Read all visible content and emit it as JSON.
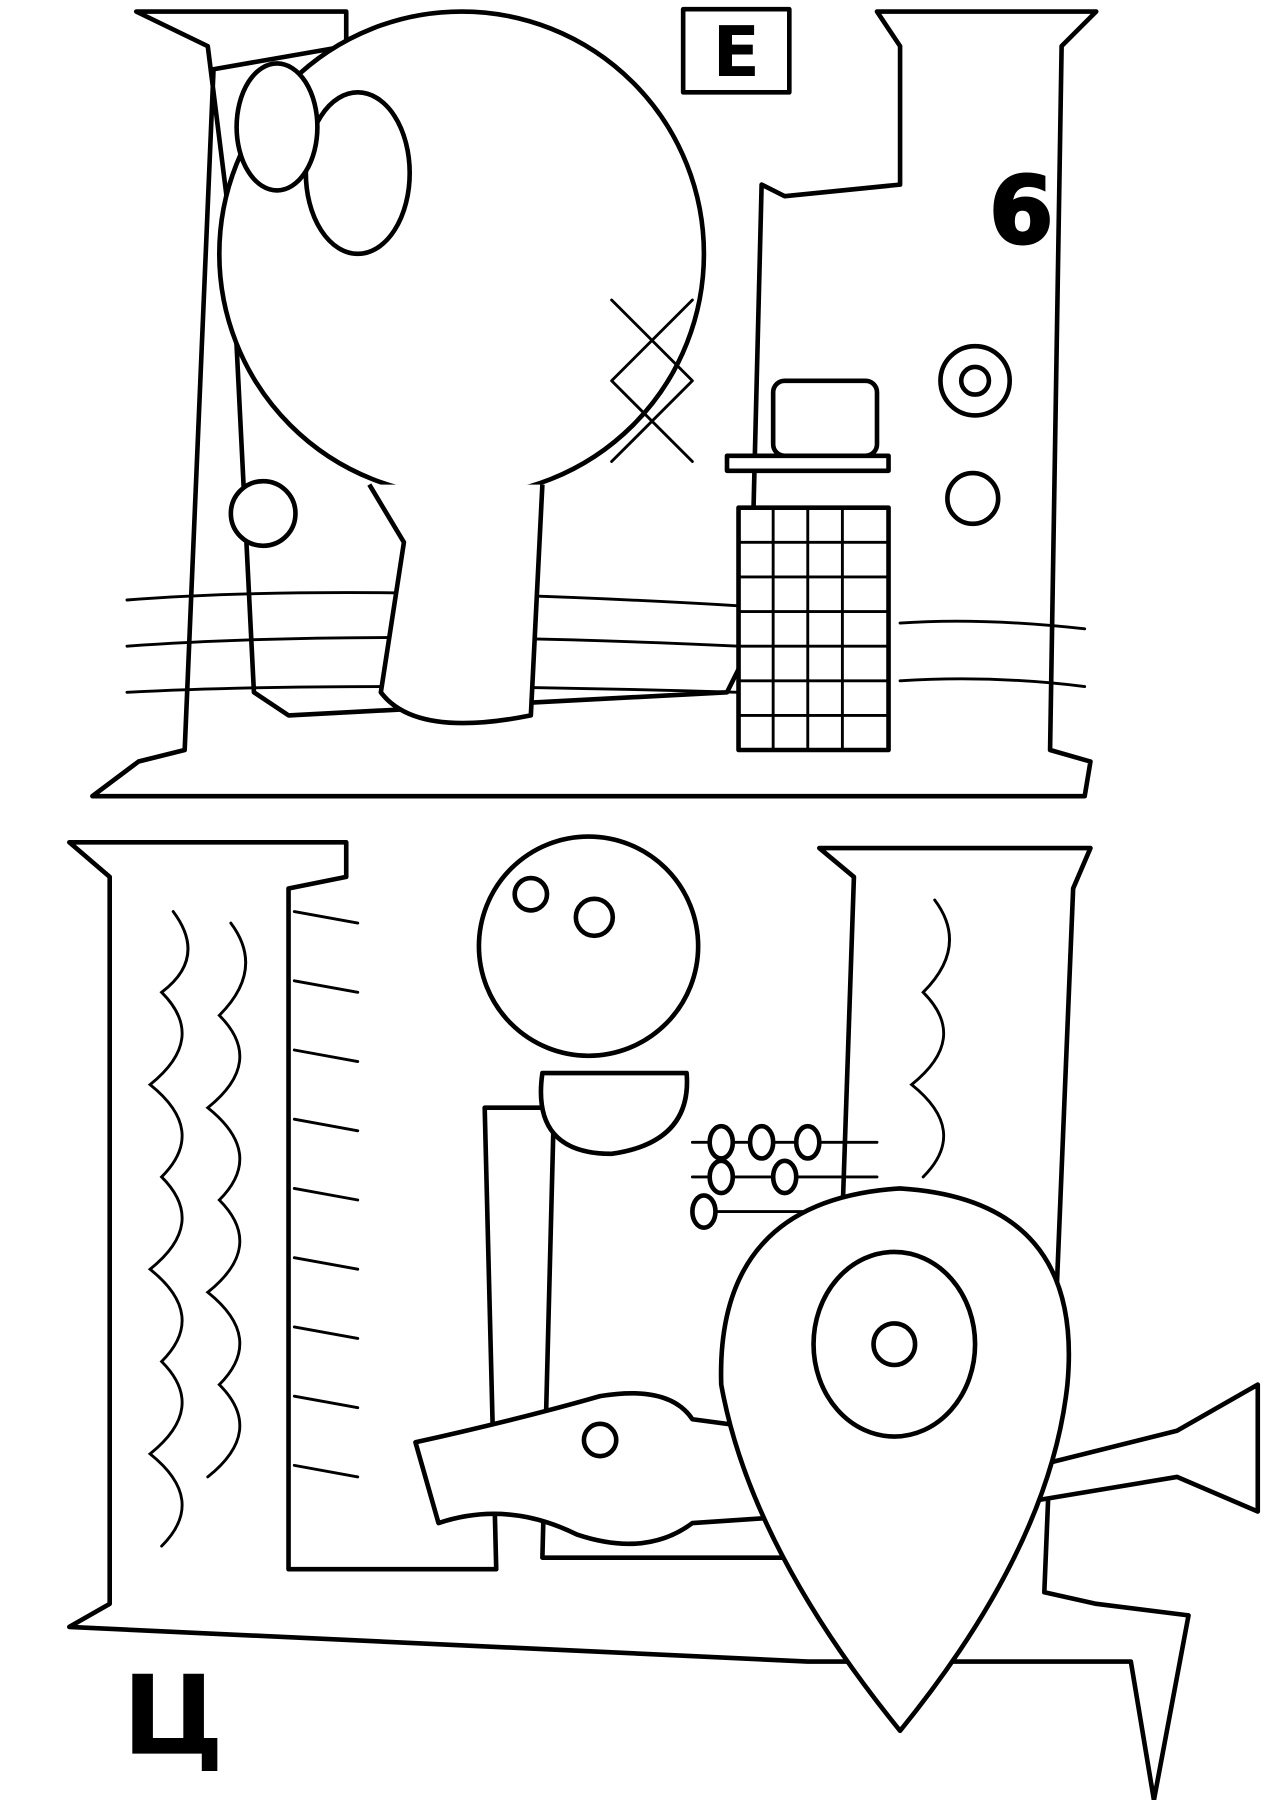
{
  "illustration": {
    "small_letters": {
      "top_right": "Е",
      "number_on_letter": "6",
      "bottom_left": "Ц"
    }
  }
}
